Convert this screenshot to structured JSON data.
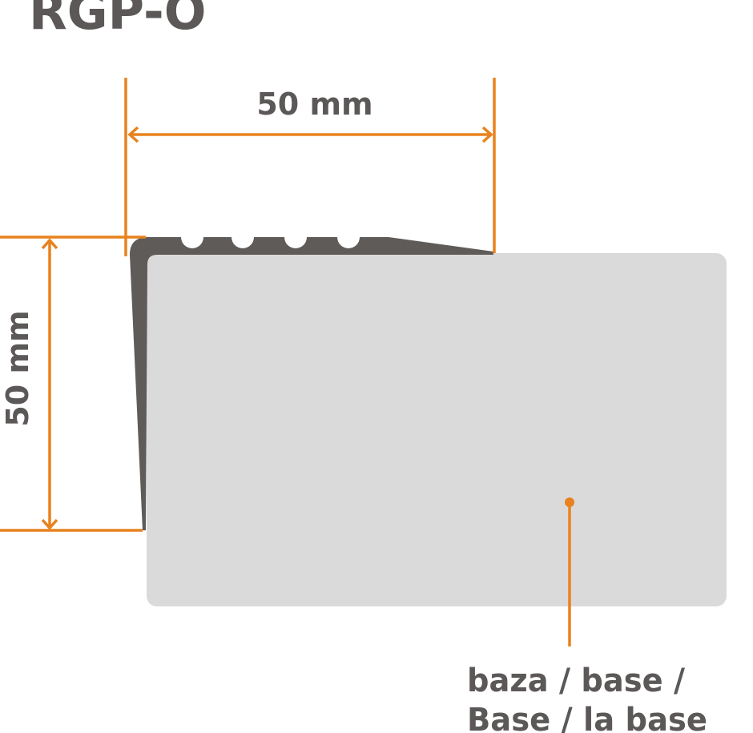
{
  "title": "RGP-O",
  "dimensions": {
    "width_label": "50 mm",
    "height_label": "50 mm"
  },
  "callout": {
    "line1": "baza / base /",
    "line2": "Base / la base"
  },
  "colors": {
    "accent": "#E8821E",
    "profile": "#5f5b59",
    "base": "#dadada",
    "text": "#5b5857"
  }
}
